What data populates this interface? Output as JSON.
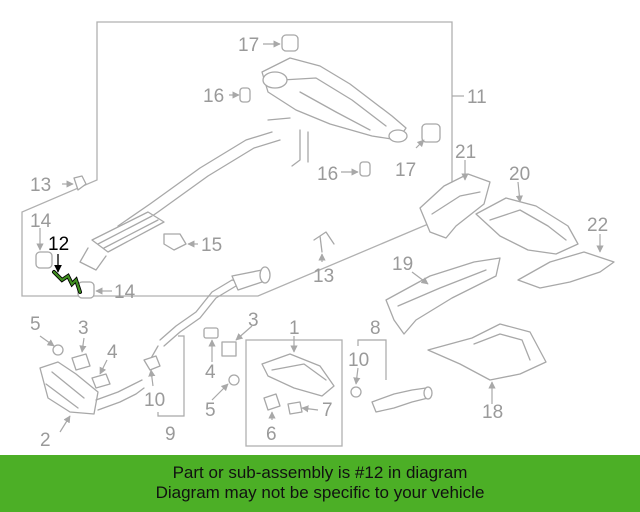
{
  "banner": {
    "line1": "Part or sub-assembly is #12 in diagram",
    "line2": "Diagram may not be specific to your vehicle",
    "background": "#4caf26"
  },
  "diagram": {
    "highlighted_part": "12",
    "highlight_color": "#3f8f1f",
    "callouts": {
      "c1": "1",
      "c2": "2",
      "c3a": "3",
      "c3b": "3",
      "c4a": "4",
      "c4b": "4",
      "c5a": "5",
      "c5b": "5",
      "c6": "6",
      "c7": "7",
      "c8": "8",
      "c9": "9",
      "c10a": "10",
      "c10b": "10",
      "c11": "11",
      "c12": "12",
      "c13a": "13",
      "c13b": "13",
      "c14a": "14",
      "c14b": "14",
      "c15": "15",
      "c16a": "16",
      "c16b": "16",
      "c17a": "17",
      "c17b": "17",
      "c18": "18",
      "c19": "19",
      "c20": "20",
      "c21": "21",
      "c22": "22"
    }
  }
}
